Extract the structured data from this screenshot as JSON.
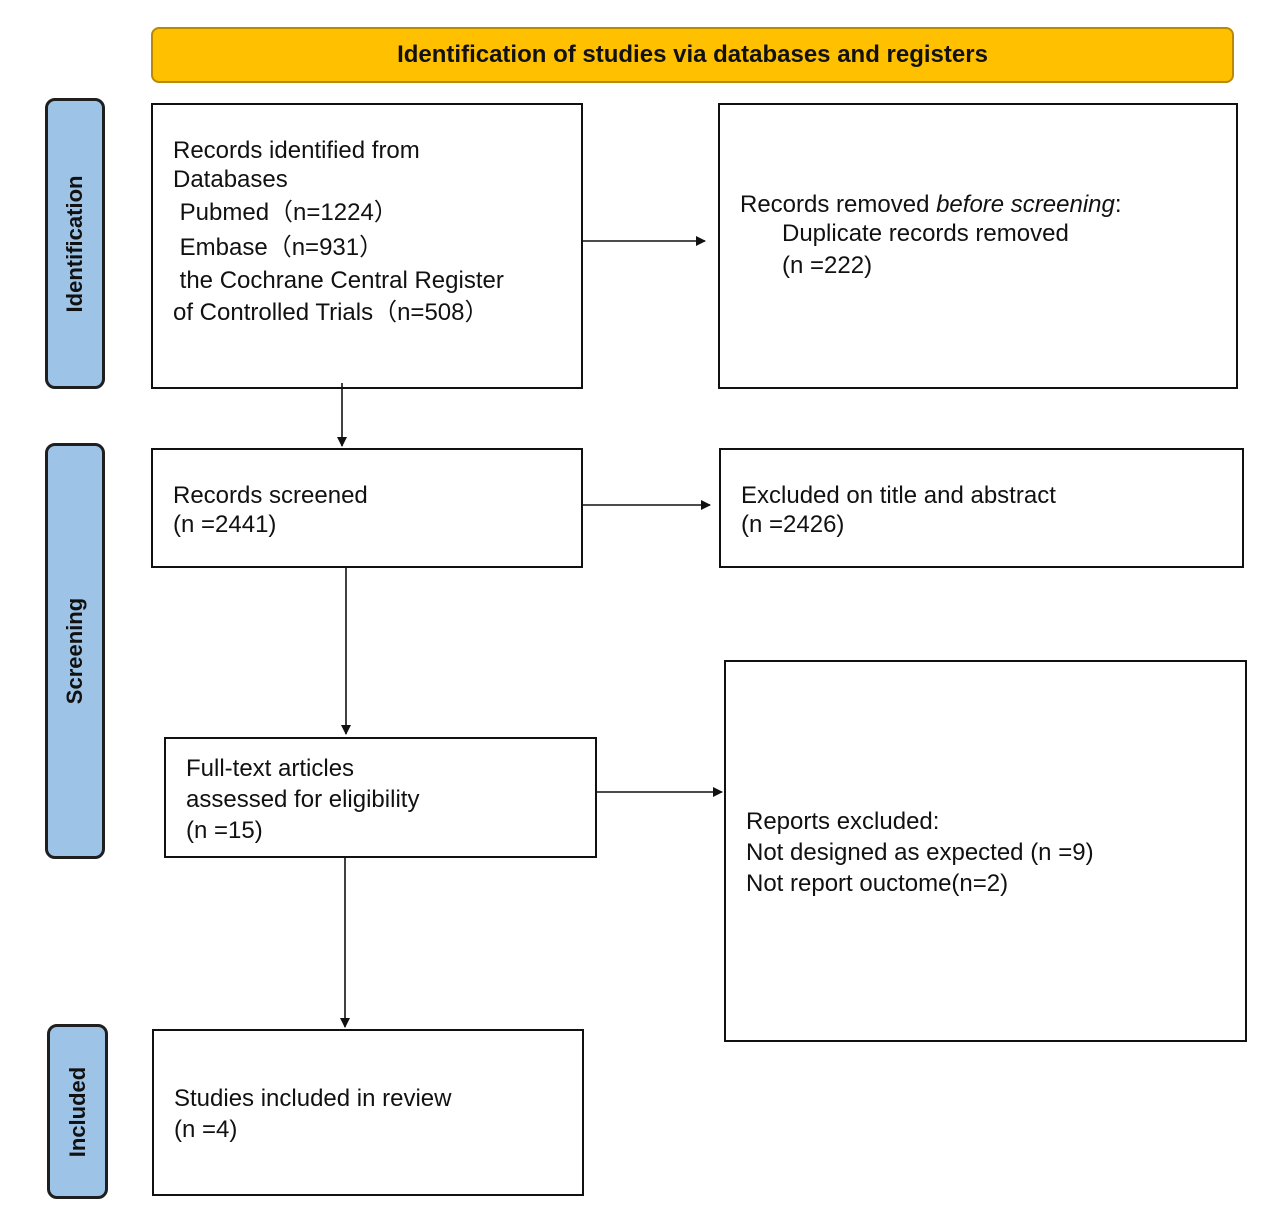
{
  "header": {
    "title": "Identification of studies via databases and registers"
  },
  "phases": {
    "identification": "Identification",
    "screening": "Screening",
    "included": "Included"
  },
  "boxes": {
    "records_identified": {
      "lines": [
        "Records identified from",
        "Databases",
        " Pubmed（n=1224）",
        " Embase（n=931）",
        " the Cochrane Central Register",
        "of Controlled Trials（n=508）"
      ]
    },
    "records_removed": {
      "line1_prefix": "Records removed ",
      "line1_italic": "before screening",
      "line1_suffix": ":",
      "line2": "Duplicate records removed",
      "line3": "(n =222)"
    },
    "records_screened": {
      "line1": "Records screened",
      "line2": "(n =2441)"
    },
    "excluded_title_abstract": {
      "line1": "Excluded on title and abstract",
      "line2": "(n =2426)"
    },
    "full_text": {
      "line1": "Full-text articles",
      "line2": "assessed for eligibility",
      "line3": "(n =15)"
    },
    "reports_excluded": {
      "line1": "Reports excluded:",
      "line2": "Not designed as expected (n =9)",
      "line3": "Not report ouctome(n=2)"
    },
    "studies_included": {
      "line1": "Studies included in review",
      "line2": "(n =4)"
    }
  },
  "colors": {
    "header_fill": "#ffc000",
    "phase_fill": "#9dc3e6",
    "box_border": "#111111"
  }
}
